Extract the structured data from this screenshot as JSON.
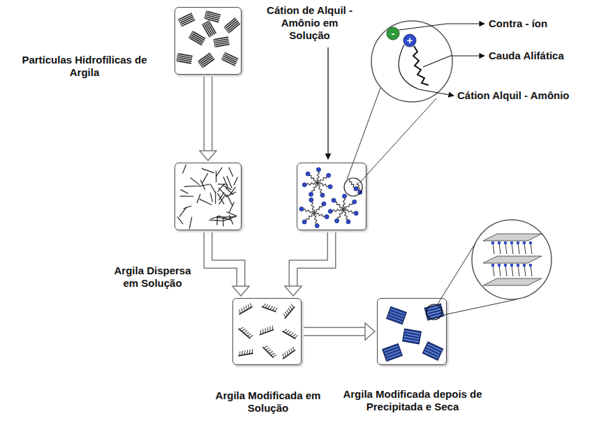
{
  "diagram": {
    "nodes": [
      {
        "text": [
          "Partículas Hidrofílicas de Argila"
        ]
      },
      {
        "text": [
          "Argila Dispersa em Solução"
        ]
      },
      {
        "text": [
          "Cátion de Alquil - Amônio em Solução"
        ]
      },
      {
        "text": [
          "Argila Modificada em Solução"
        ]
      },
      {
        "text": [
          "Argila Modificada depois de Precipitada e Seca"
        ]
      }
    ],
    "edges": [
      {
        "from": 0,
        "to": 1,
        "arrow": "to"
      },
      {
        "from": 1,
        "to": 3,
        "arrow": "to"
      },
      {
        "from": 2,
        "to": 3,
        "arrow": "to"
      },
      {
        "from": 3,
        "to": 4,
        "arrow": "to"
      }
    ],
    "labels": [
      "Contra - íon",
      "Cauda Alifática",
      "Cátion Alquil - Amônio",
      "-",
      "+"
    ]
  }
}
